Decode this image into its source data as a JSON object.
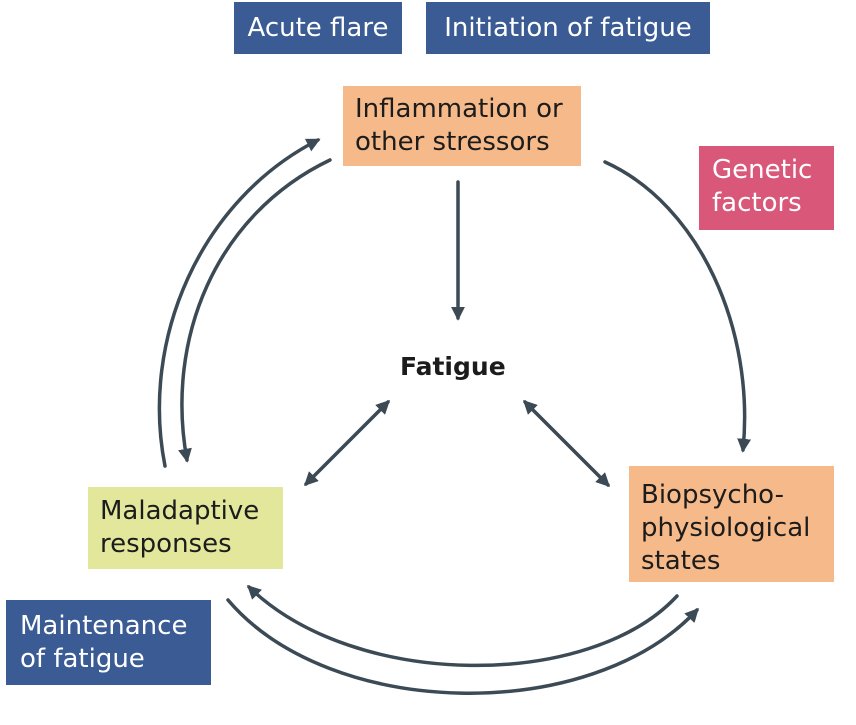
{
  "tags": {
    "acute_flare": "Acute flare",
    "initiation": "Initiation of fatigue",
    "maintenance": "Maintenance\nof fatigue"
  },
  "nodes": {
    "inflammation": "Inflammation or\nother stressors",
    "fatigue": "Fatigue",
    "biopsycho": "Biopsycho-\nphysiological\nstates",
    "maladaptive": "Maladaptive\nresponses",
    "genetic": "Genetic\nfactors"
  },
  "colors": {
    "arrow": "#3b4a55",
    "tag_blue": "#3a5b94",
    "node_orange": "#f5b98a",
    "node_green": "#e2e79b",
    "node_pink": "#d9587a"
  }
}
